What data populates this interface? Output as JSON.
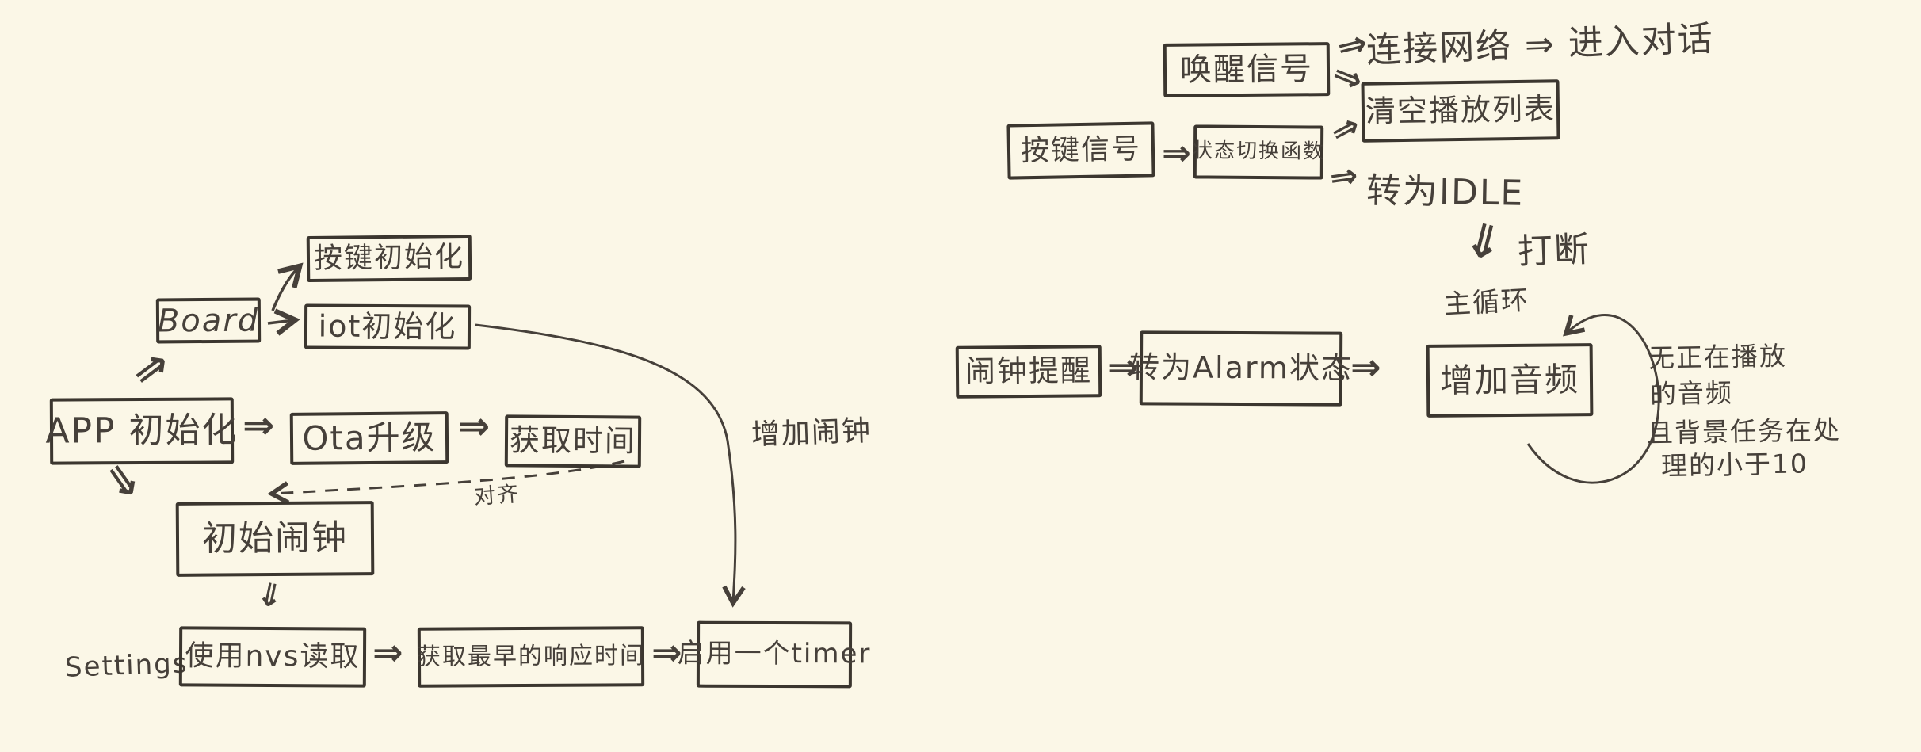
{
  "canvas": {
    "background_color": "#fbf7e7",
    "ink_color": "#46403a",
    "style": "hand-drawn whiteboard sketch"
  },
  "nodes": {
    "key_init": {
      "label": "按键初始化"
    },
    "board": {
      "label": "Board"
    },
    "iot_init": {
      "label": "iot初始化"
    },
    "app_init": {
      "label": "APP 初始化"
    },
    "ota": {
      "label": "Ota升级"
    },
    "get_time": {
      "label": "获取时间"
    },
    "init_alarm": {
      "label": "初始闹钟"
    },
    "nvs_read": {
      "label": "使用nvs读取"
    },
    "earliest": {
      "label": "获取最早的响应时间"
    },
    "timer": {
      "label": "启用一个timer"
    },
    "wake_signal": {
      "label": "唤醒信号"
    },
    "clear_playlist": {
      "label": "清空播放列表"
    },
    "key_signal": {
      "label": "按键信号"
    },
    "state_switch": {
      "label": "状态切换函数"
    },
    "alarm_remind": {
      "label": "闹钟提醒"
    },
    "to_alarm": {
      "label": "转为Alarm状态"
    },
    "add_audio": {
      "label": "增加音频"
    }
  },
  "labels": {
    "settings": "Settings",
    "connect_dialog": "连接网络 ⇒ 进入对话",
    "to_idle": "转为IDLE",
    "interrupt": "打断",
    "main_loop": "主循环",
    "add_alarm": "增加闹钟",
    "align": "对齐",
    "loop_note_line1": "无正在播放",
    "loop_note_line2": "的音频",
    "loop_note_line3": "且背景任务在处",
    "loop_note_line4": "理的小于10"
  },
  "icons": {
    "double_arrow_right": "⇒",
    "double_arrow_down": "⇓",
    "double_arrow_up_right": "⇗",
    "double_arrow_down_right": "⇘"
  }
}
